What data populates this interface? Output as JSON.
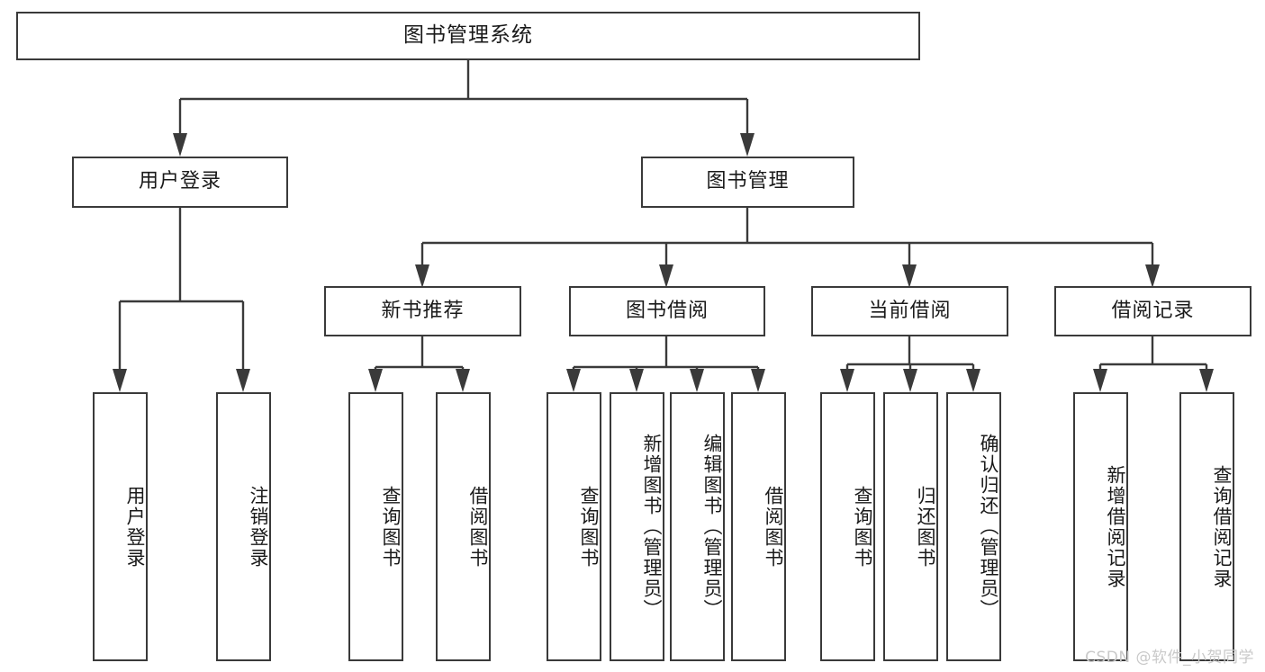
{
  "diagram": {
    "title": "图书管理系统",
    "type": "tree-hierarchy-chart",
    "watermark": "CSDN @软件_小贺同学",
    "colors": {
      "background": "#ffffff",
      "node_border": "#3a3a3a",
      "node_fill": "#ffffff",
      "text": "#1a1a1a",
      "watermark": "#c9c9c9"
    }
  },
  "root": {
    "label": "图书管理系统"
  },
  "level2": [
    {
      "label": "用户登录"
    },
    {
      "label": "图书管理"
    }
  ],
  "level3": [
    {
      "label": "新书推荐"
    },
    {
      "label": "图书借阅"
    },
    {
      "label": "当前借阅"
    },
    {
      "label": "借阅记录"
    }
  ],
  "leaves": {
    "user_login": [
      {
        "label": "用户登录"
      },
      {
        "label": "注销登录"
      }
    ],
    "new_book_recommend": [
      {
        "label": "查询图书"
      },
      {
        "label": "借阅图书"
      }
    ],
    "book_borrow": [
      {
        "label": "查询图书"
      },
      {
        "label": "新增图书（管理员）"
      },
      {
        "label": "编辑图书（管理员）"
      },
      {
        "label": "借阅图书"
      }
    ],
    "current_borrow": [
      {
        "label": "查询图书"
      },
      {
        "label": "归还图书"
      },
      {
        "label": "确认归还（管理员）"
      }
    ],
    "borrow_record": [
      {
        "label": "新增借阅记录"
      },
      {
        "label": "查询借阅记录"
      }
    ]
  }
}
